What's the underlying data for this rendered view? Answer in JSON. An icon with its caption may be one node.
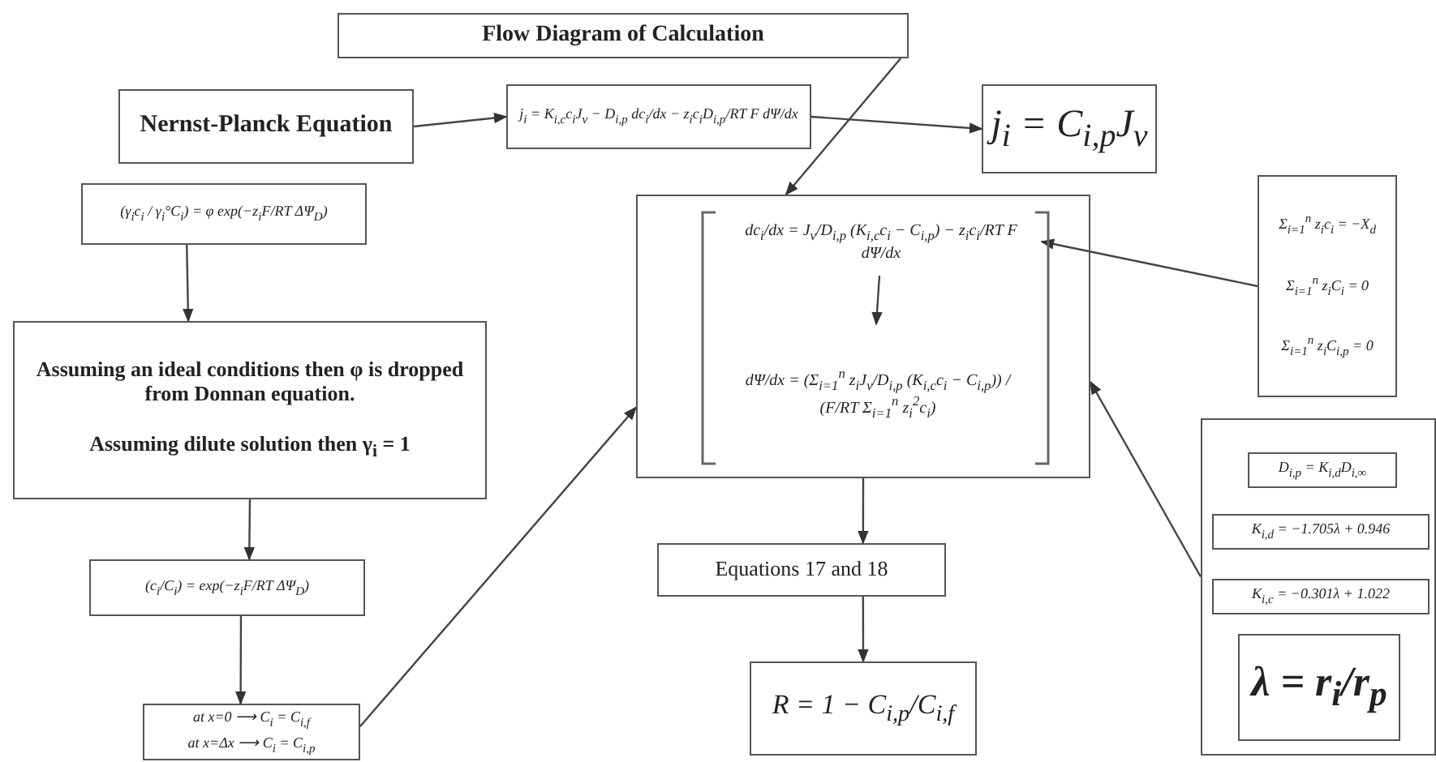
{
  "diagram": {
    "nodes": [
      {
        "text": [
          "Flow Diagram of Calculation"
        ]
      },
      {
        "text": [
          "Nernst-Planck Equation"
        ]
      },
      {
        "text": [
          "j$_{i}$ = K$_{i,c}$c$_{i}$J$_{v}$ − D$_{i,p}$ dc$_{i}$/dx − z$_{i}$c$_{i}$D$_{i,p}$/RT F dΨ/dx"
        ]
      },
      {
        "text": [
          "j$_{i}$ = C$_{i,p}$J$_{v}$"
        ]
      },
      {
        "text": [
          "(γ$_{i}$c$_{i}$ / γ$_{i}$°C$_{i}$) = φ exp(−z$_{i}$F/RT ΔΨ$_{D}$)"
        ]
      },
      {
        "text": [
          "Assuming an ideal conditions then φ is dropped from Donnan equation.",
          "Assuming dilute solution then γ$_{i}$ = 1"
        ]
      },
      {
        "text": [
          "(c$_{i}$/C$_{i}$) = exp(−z$_{i}$F/RT ΔΨ$_{D}$)"
        ]
      },
      {
        "text": [
          "at x=0 ⟶ C$_{i}$ = C$_{i,f}$",
          "at x=Δx ⟶ C$_{i}$ = C$_{i,p}$"
        ]
      },
      {
        "text": [],
        "shape": "box"
      },
      {
        "text": [
          "dc$_{i}$/dx = J$_{v}$/D$_{i,p}$ (K$_{i,c}$c$_{i}$ − C$_{i,p}$) − z$_{i}$c$_{i}$/RT F dΨ/dx"
        ],
        "in": 8
      },
      {
        "text": [
          "dΨ/dx = (Σ$_{i=1}$$^{n}$ z$_{i}$J$_{v}$/D$_{i,p}$ (K$_{i,c}$c$_{i}$ − C$_{i,p}$)) / (F/RT Σ$_{i=1}$$^{n}$ z$_{i}$$^{2}$c$_{i}$)"
        ],
        "in": 8
      },
      {
        "text": [
          "Σ$_{i=1}$$^{n}$ z$_{i}$c$_{i}$ = −X$_{d}$",
          "Σ$_{i=1}$$^{n}$ z$_{i}$C$_{i}$ = 0",
          "Σ$_{i=1}$$^{n}$ z$_{i}$C$_{i,p}$ = 0"
        ]
      },
      {
        "text": [],
        "shape": "box"
      },
      {
        "text": [
          "D$_{i,p}$ = K$_{i,d}$D$_{i,∞}$"
        ],
        "in": 12
      },
      {
        "text": [
          "K$_{i,d}$ = −1.705λ + 0.946"
        ],
        "in": 12
      },
      {
        "text": [
          "K$_{i,c}$ = −0.301λ + 1.022"
        ],
        "in": 12
      },
      {
        "text": [
          "λ = r$_{i}$/r$_{p}$"
        ],
        "in": 12
      },
      {
        "text": [
          "Equations 17 and 18"
        ]
      },
      {
        "text": [
          "R = 1 − C$_{i,p}$/C$_{i,f}$"
        ]
      }
    ],
    "edges": [
      {
        "from": 0,
        "to": 8,
        "arrow": "to"
      },
      {
        "from": 1,
        "to": 2,
        "arrow": "to"
      },
      {
        "from": 2,
        "to": 3,
        "arrow": "to"
      },
      {
        "from": 4,
        "to": 5,
        "arrow": "to"
      },
      {
        "from": 5,
        "to": 6,
        "arrow": "to"
      },
      {
        "from": 6,
        "to": 7,
        "arrow": "to"
      },
      {
        "from": 7,
        "to": 8,
        "arrow": "to"
      },
      {
        "from": 11,
        "to": 9,
        "arrow": "to"
      },
      {
        "from": 12,
        "to": 8,
        "arrow": "to"
      },
      {
        "from": 9,
        "to": 10,
        "arrow": "to"
      },
      {
        "from": 8,
        "to": 17,
        "arrow": "to"
      },
      {
        "from": 17,
        "to": 18,
        "arrow": "to"
      }
    ]
  }
}
